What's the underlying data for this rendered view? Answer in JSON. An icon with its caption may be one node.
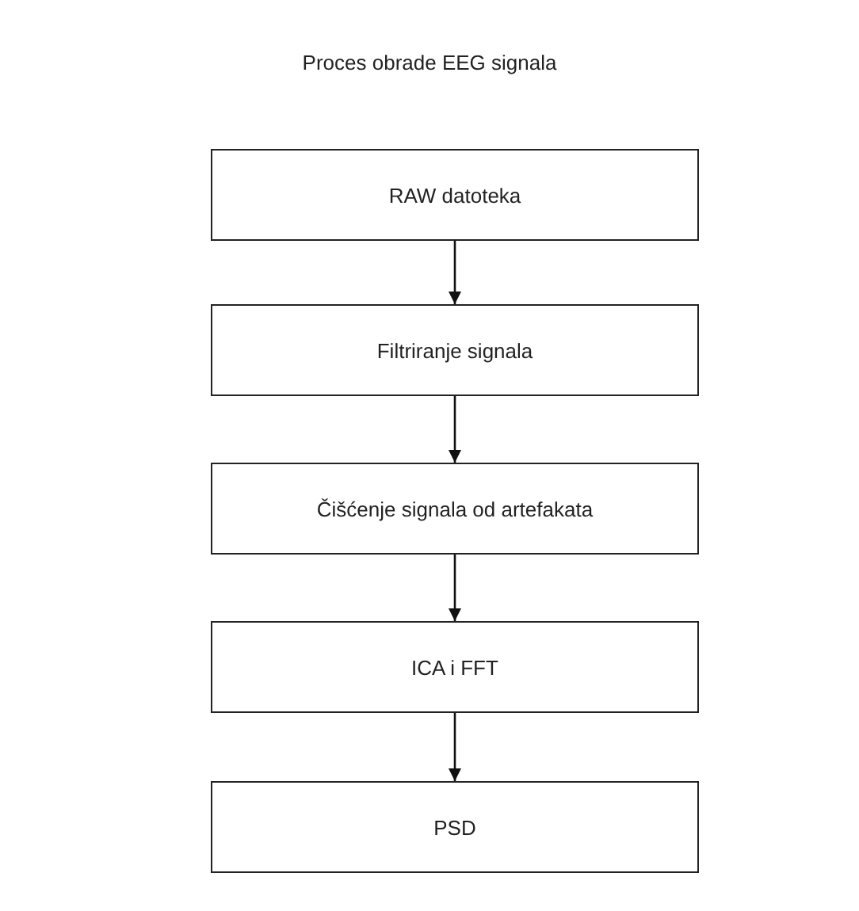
{
  "diagram": {
    "title": "Proces obrade EEG signala",
    "nodes": [
      {
        "text": [
          "RAW datoteka"
        ]
      },
      {
        "text": [
          "Filtriranje signala"
        ]
      },
      {
        "text": [
          "Čišćenje signala od artefakata"
        ]
      },
      {
        "text": [
          "ICA i FFT"
        ]
      },
      {
        "text": [
          "PSD"
        ]
      }
    ],
    "edges": [
      {
        "from": 0,
        "to": 1,
        "arrow": "to"
      },
      {
        "from": 1,
        "to": 2,
        "arrow": "to"
      },
      {
        "from": 2,
        "to": 3,
        "arrow": "to"
      },
      {
        "from": 3,
        "to": 4,
        "arrow": "to"
      }
    ]
  }
}
